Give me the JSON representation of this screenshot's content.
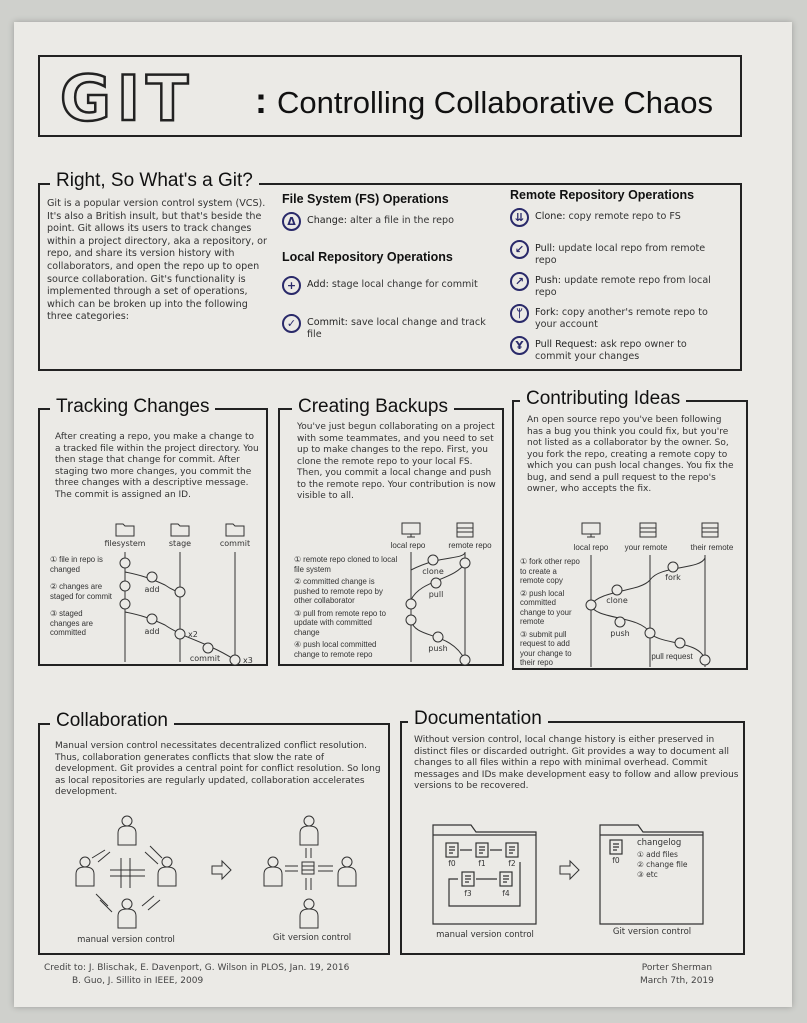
{
  "title": {
    "main": "GIT",
    "colon": ":",
    "subtitle": "Controlling Collaborative Chaos"
  },
  "intro": {
    "heading": "Right, So What's a Git?",
    "body": "Git is a popular version control system (VCS). It's also a British insult, but that's beside the point. Git allows its users to track changes within a project directory, aka a repository, or repo, and share its version history with collaborators, and open the repo up to open source collaboration. Git's functionality is implemented through a set of operations, which can be broken up into the following three categories:"
  },
  "fs_ops": {
    "heading": "File System (FS) Operations",
    "items": [
      {
        "icon": "delta-icon",
        "glyph": "Δ",
        "name": "Change:",
        "desc": "alter a file in the repo"
      }
    ]
  },
  "local_ops": {
    "heading": "Local Repository Operations",
    "items": [
      {
        "icon": "plus-icon",
        "glyph": "+",
        "name": "Add:",
        "desc": "stage local change for commit"
      },
      {
        "icon": "check-icon",
        "glyph": "✓",
        "name": "Commit:",
        "desc": "save local change and track file"
      }
    ]
  },
  "remote_ops": {
    "heading": "Remote Repository Operations",
    "items": [
      {
        "icon": "clone-icon",
        "glyph": "⇊",
        "name": "Clone:",
        "desc": "copy remote repo to FS"
      },
      {
        "icon": "pull-icon",
        "glyph": "↙",
        "name": "Pull:",
        "desc": "update local repo from remote repo"
      },
      {
        "icon": "push-icon",
        "glyph": "↗",
        "name": "Push:",
        "desc": "update remote repo from local repo"
      },
      {
        "icon": "fork-icon",
        "glyph": "ᛘ",
        "name": "Fork:",
        "desc": "copy another's remote repo to your account"
      },
      {
        "icon": "pull-request-icon",
        "glyph": "Ұ",
        "name": "Pull Request:",
        "desc": "ask repo owner to commit your changes"
      }
    ]
  },
  "tracking": {
    "heading": "Tracking Changes",
    "body": "After creating a repo, you make a change to a tracked file within the project directory. You then stage that change for commit. After staging two more changes, you commit the three changes with a descriptive message. The commit is assigned an ID.",
    "columns": [
      "filesystem",
      "stage",
      "commit"
    ],
    "steps": [
      "① file in repo is changed",
      "② changes are staged for commit",
      "③ staged changes are committed"
    ],
    "labels": {
      "add1": "add",
      "add2": "add",
      "commit": "commit",
      "x2": "x2",
      "x3": "x3"
    }
  },
  "backups": {
    "heading": "Creating Backups",
    "body": "You've just begun collaborating on a project with some teammates, and you need to set up to make changes to the repo. First, you clone the remote repo to your local FS. Then, you commit a local change and push to the remote repo. Your contribution is now visible to all.",
    "columns": [
      "local repo",
      "remote repo"
    ],
    "steps": [
      "① remote repo cloned to local file system",
      "② committed change is pushed to remote repo by other collaborator",
      "③ pull from remote repo to update with committed change",
      "④ push local committed change to remote repo"
    ],
    "labels": {
      "clone": "clone",
      "pull": "pull",
      "push": "push"
    }
  },
  "contributing": {
    "heading": "Contributing Ideas",
    "body": "An open source repo you've been following has a bug you think you could fix, but you're not listed as a collaborator by the owner. So, you fork the repo, creating a remote copy to which you can push local changes. You fix the bug, and send a pull request to the repo's owner, who accepts the fix.",
    "columns": [
      "local repo",
      "your remote",
      "their remote"
    ],
    "steps": [
      "① fork other repo to create a remote copy",
      "② push local committed change to your remote",
      "③ submit pull request to add your change to their repo"
    ],
    "labels": {
      "fork": "fork",
      "clone": "clone",
      "push": "push",
      "pull_request": "pull request"
    }
  },
  "collaboration": {
    "heading": "Collaboration",
    "body": "Manual version control necessitates decentralized conflict resolution. Thus, collaboration generates conflicts that slow the rate of development. Git provides a central point for conflict resolution. So long as local repositories are regularly updated, collaboration accelerates development.",
    "caption_left": "manual version control",
    "caption_right": "Git version control"
  },
  "documentation": {
    "heading": "Documentation",
    "body": "Without version control, local change history is either preserved in distinct files or discarded outright. Git provides a way to document all changes to all files within a repo with minimal overhead. Commit messages and IDs make development easy to follow and allow previous versions to be recovered.",
    "files": [
      "f0",
      "f1",
      "f2",
      "f3",
      "f4"
    ],
    "git_file": "f0",
    "changelog_title": "changelog",
    "changelog": [
      "① add files",
      "② change file",
      "③ etc"
    ],
    "caption_left": "manual version control",
    "caption_right": "Git version control"
  },
  "credits": {
    "line1": "Credit to: J. Blischak, E. Davenport, G. Wilson in PLOS, Jan. 19, 2016",
    "line2": "B. Guo, J. Sillito in IEEE, 2009",
    "author": "Porter Sherman",
    "date": "March 7th, 2019"
  },
  "colors": {
    "ink": "#222222",
    "icon_ink": "#2a2a6a",
    "paper": "#ebeae6"
  }
}
